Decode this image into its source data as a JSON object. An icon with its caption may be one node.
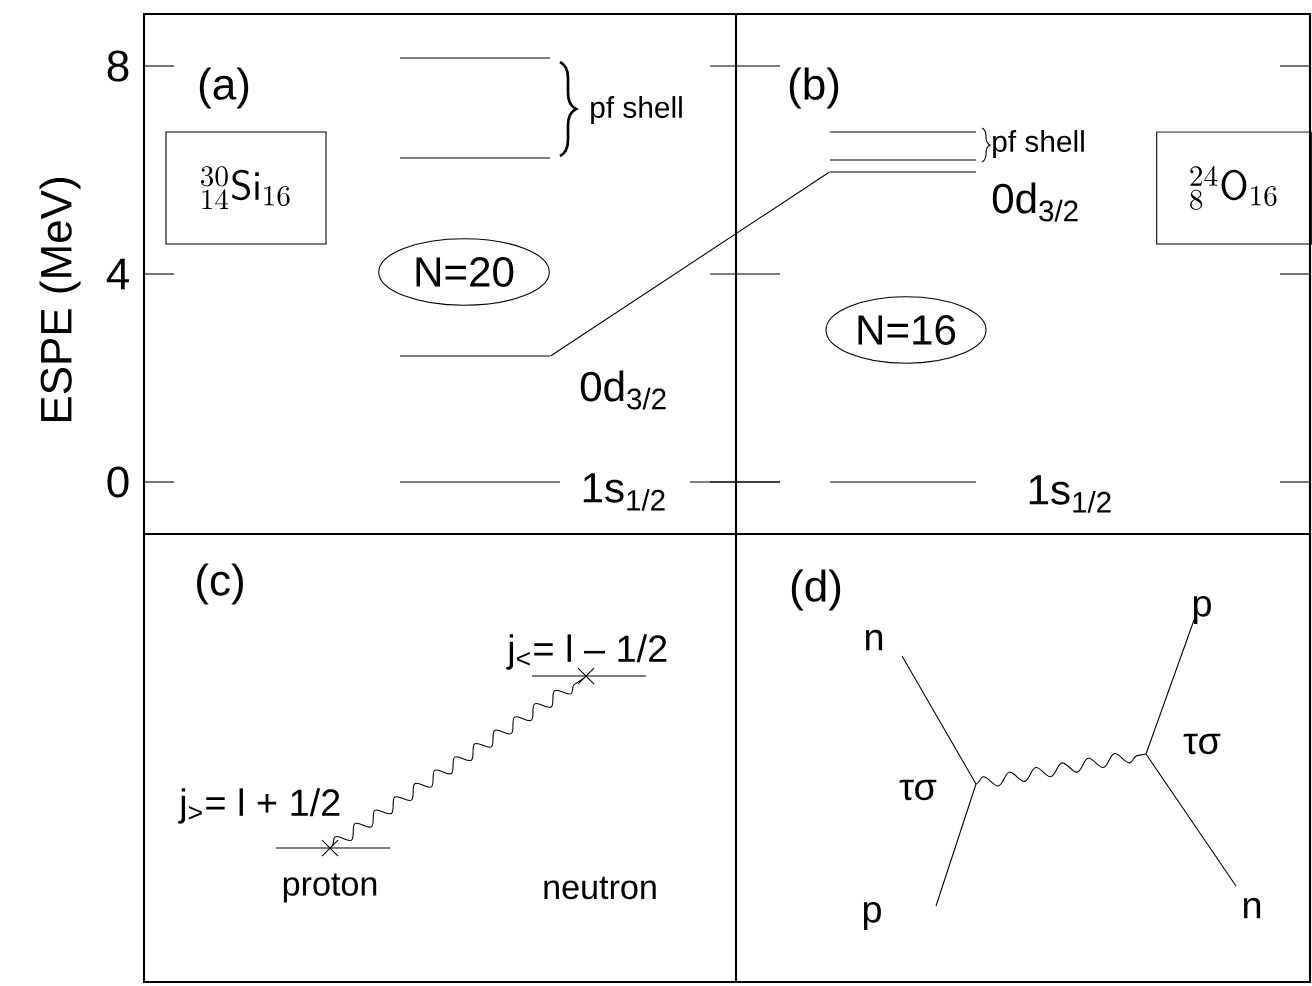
{
  "diagram": {
    "nodes": [
      {
        "text": [
          "{}^{30}_{14}\\mathsf{Si}_{16}"
        ]
      },
      {
        "text": [
          "N=20"
        ]
      },
      {
        "text": [
          "N=16"
        ]
      },
      {
        "text": [
          "{}^{24}_{8}\\mathsf{O}_{16}"
        ]
      },
      {
        "text": [],
        "shape": "bar"
      },
      {
        "text": [],
        "shape": "bar"
      }
    ],
    "edges": [
      {
        "from": 4,
        "to": 5,
        "arrow": "none"
      }
    ],
    "labels": [
      "ESPE (MeV)",
      "8",
      "4",
      "0",
      "(a)",
      "pf shell",
      "0d$_{3/2}$",
      "1s$_{1/2}$",
      "(b)",
      "pf shell",
      "0d$_{3/2}$",
      "1s$_{1/2}$",
      "(c)",
      "j$_{<}$= l – 1/2",
      "j$_{>}$= l + 1/2",
      "proton",
      "neutron",
      "(d)",
      "n",
      "p",
      "τσ",
      "τσ",
      "p",
      "n"
    ]
  }
}
